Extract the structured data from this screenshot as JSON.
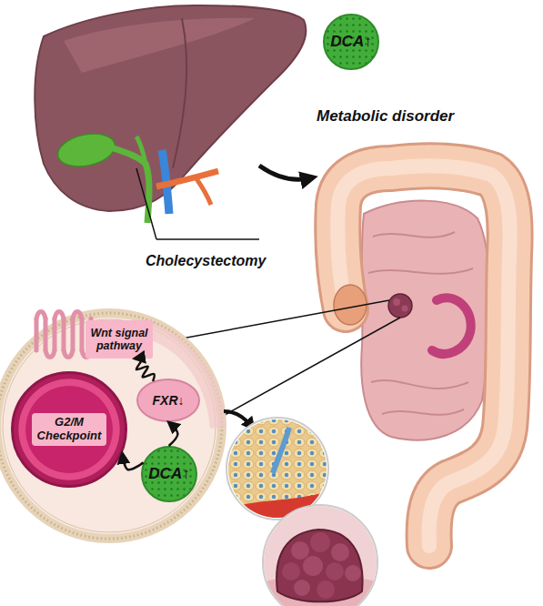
{
  "diagram": {
    "nodes": [
      {
        "text": [
          "DCA↑"
        ]
      },
      {
        "text": [
          "Wnt signal pathway"
        ]
      },
      {
        "text": [
          "FXR↓"
        ]
      },
      {
        "text": [
          "G2/M Checkpoint"
        ]
      },
      {
        "text": [
          "DCA↑"
        ]
      }
    ],
    "edges": [
      {
        "from": 4,
        "to": 3,
        "arrow": "to"
      },
      {
        "from": 4,
        "to": 2,
        "arrow": "to"
      },
      {
        "from": 2,
        "to": 1,
        "arrow": "to"
      }
    ],
    "labels": [
      "Cholecystectomy",
      "Metabolic disorder"
    ]
  }
}
